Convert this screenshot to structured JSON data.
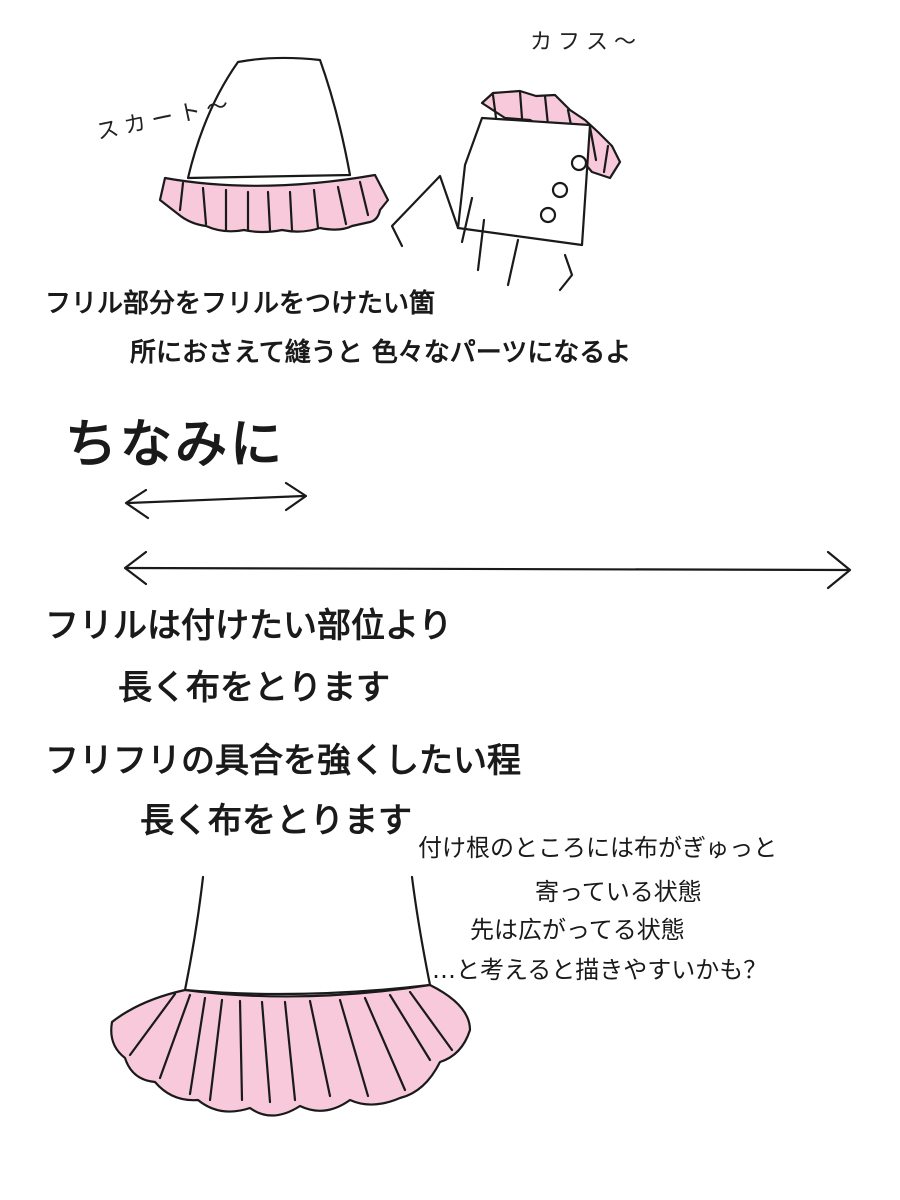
{
  "illustration": {
    "labels": {
      "skirt": "スカート〜",
      "cuffs": "カフス〜"
    }
  },
  "text": {
    "line1": "フリル部分をフリルをつけたい箇",
    "line2": "所におさえて縫うと 色々なパーツになるよ",
    "heading": "ちなみに",
    "line3": "フリルは付けたい部位より",
    "line4": "長く布をとります",
    "line5": "フリフリの具合を強くしたい程",
    "line6": "長く布をとります"
  },
  "note": {
    "line1": "付け根のところには布がぎゅっと",
    "line2": "寄っている状態",
    "line3": "先は広がってる状態",
    "line4": "…と考えると描きやすいかも？"
  },
  "colors": {
    "frill_pink": "#f7c9da",
    "line": "#1a1a1a",
    "background": "#ffffff"
  }
}
